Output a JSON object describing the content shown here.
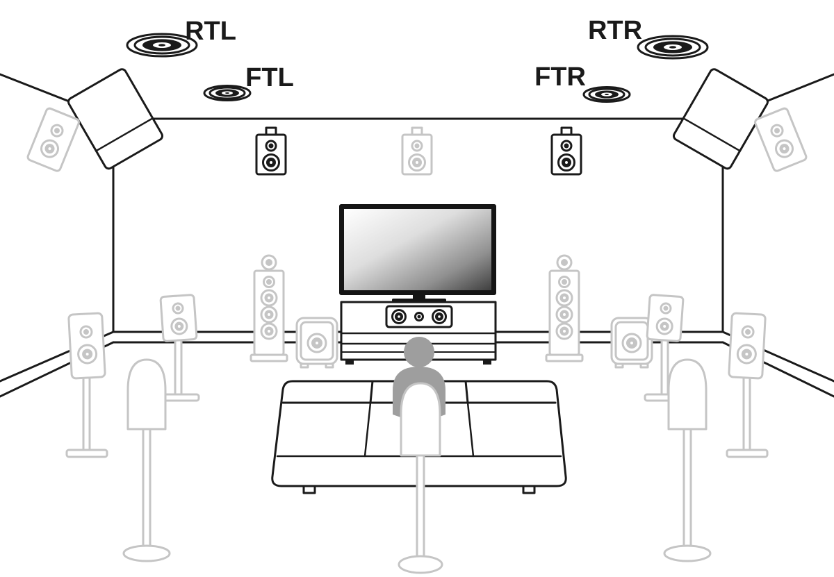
{
  "diagram": {
    "labels": {
      "rtl": "RTL",
      "ftl": "FTL",
      "ftr": "FTR",
      "rtr": "RTR"
    },
    "colors": {
      "active": "#1a1a1a",
      "inactive": "#c5c5c5",
      "listener": "#9e9e9e",
      "screen_light": "#ffffff",
      "screen_dark": "#3f3f3f"
    }
  }
}
